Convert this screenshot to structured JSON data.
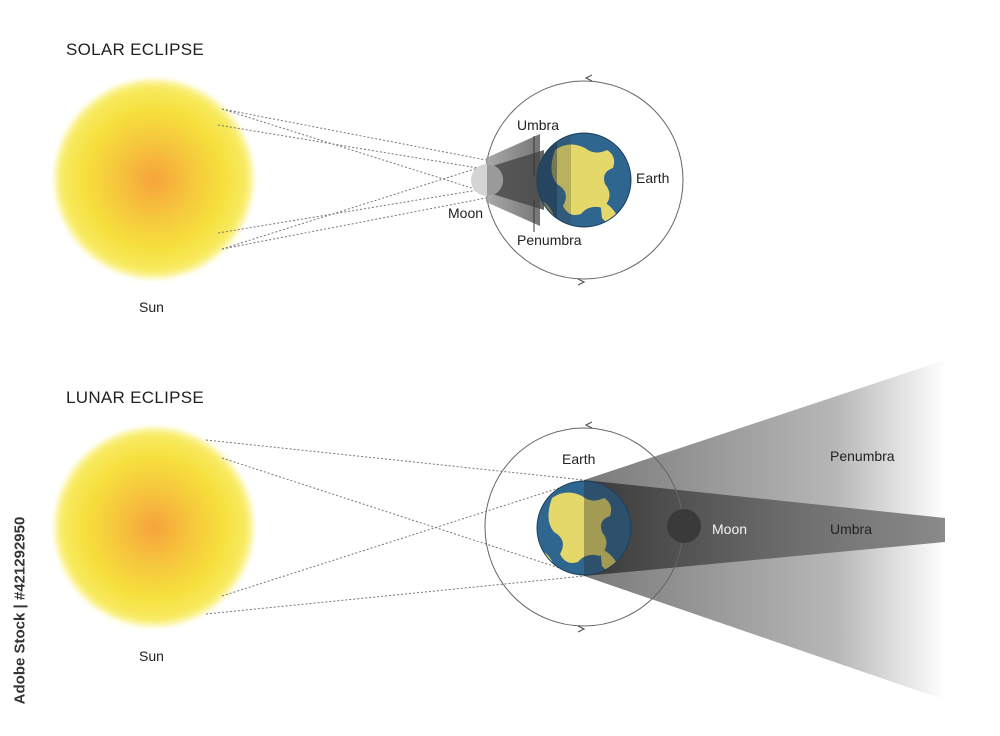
{
  "solar": {
    "title": "SOLAR ECLIPSE",
    "sun": "Sun",
    "moon": "Moon",
    "earth": "Earth",
    "umbra": "Umbra",
    "penumbra": "Penumbra"
  },
  "lunar": {
    "title": "LUNAR ECLIPSE",
    "sun": "Sun",
    "moon": "Moon",
    "earth": "Earth",
    "umbra": "Umbra",
    "penumbra": "Penumbra"
  },
  "watermark": "Adobe Stock | #421292950",
  "colors": {
    "sun_core": "#f7a23a",
    "sun_mid": "#f6de3c",
    "sun_edge": "#fbf38a",
    "ocean": "#2f6690",
    "land": "#e4d86a",
    "shadow": "#555555",
    "moon_dark": "#3a3a3a"
  }
}
